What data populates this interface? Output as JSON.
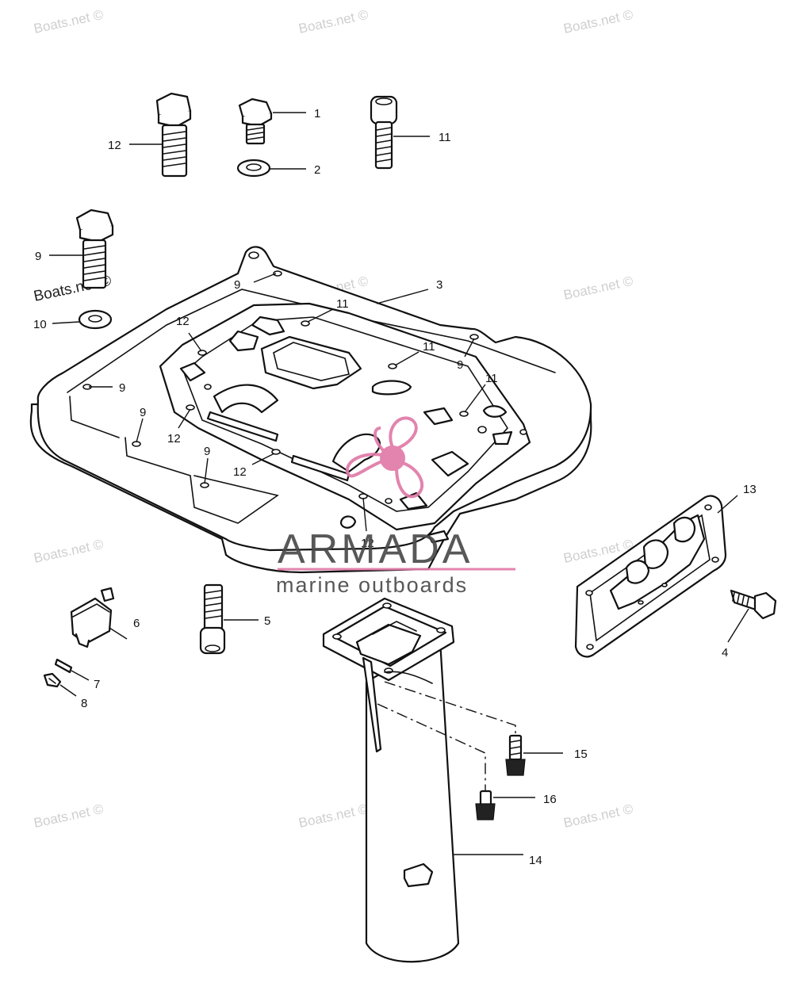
{
  "watermark": {
    "text": "Boats.net ©"
  },
  "logo": {
    "brand": "ARMADA",
    "tagline": "marine outboards",
    "emblem_color": "#e07aa8",
    "text_color": "#4a4a4a"
  },
  "callouts": {
    "c1": "1",
    "c2": "2",
    "c3": "3",
    "c4": "4",
    "c5": "5",
    "c6": "6",
    "c7": "7",
    "c8": "8",
    "c9": "9",
    "c10": "10",
    "c11": "11",
    "c12": "12",
    "c13": "13",
    "c14": "14",
    "c15": "15",
    "c16": "16"
  }
}
